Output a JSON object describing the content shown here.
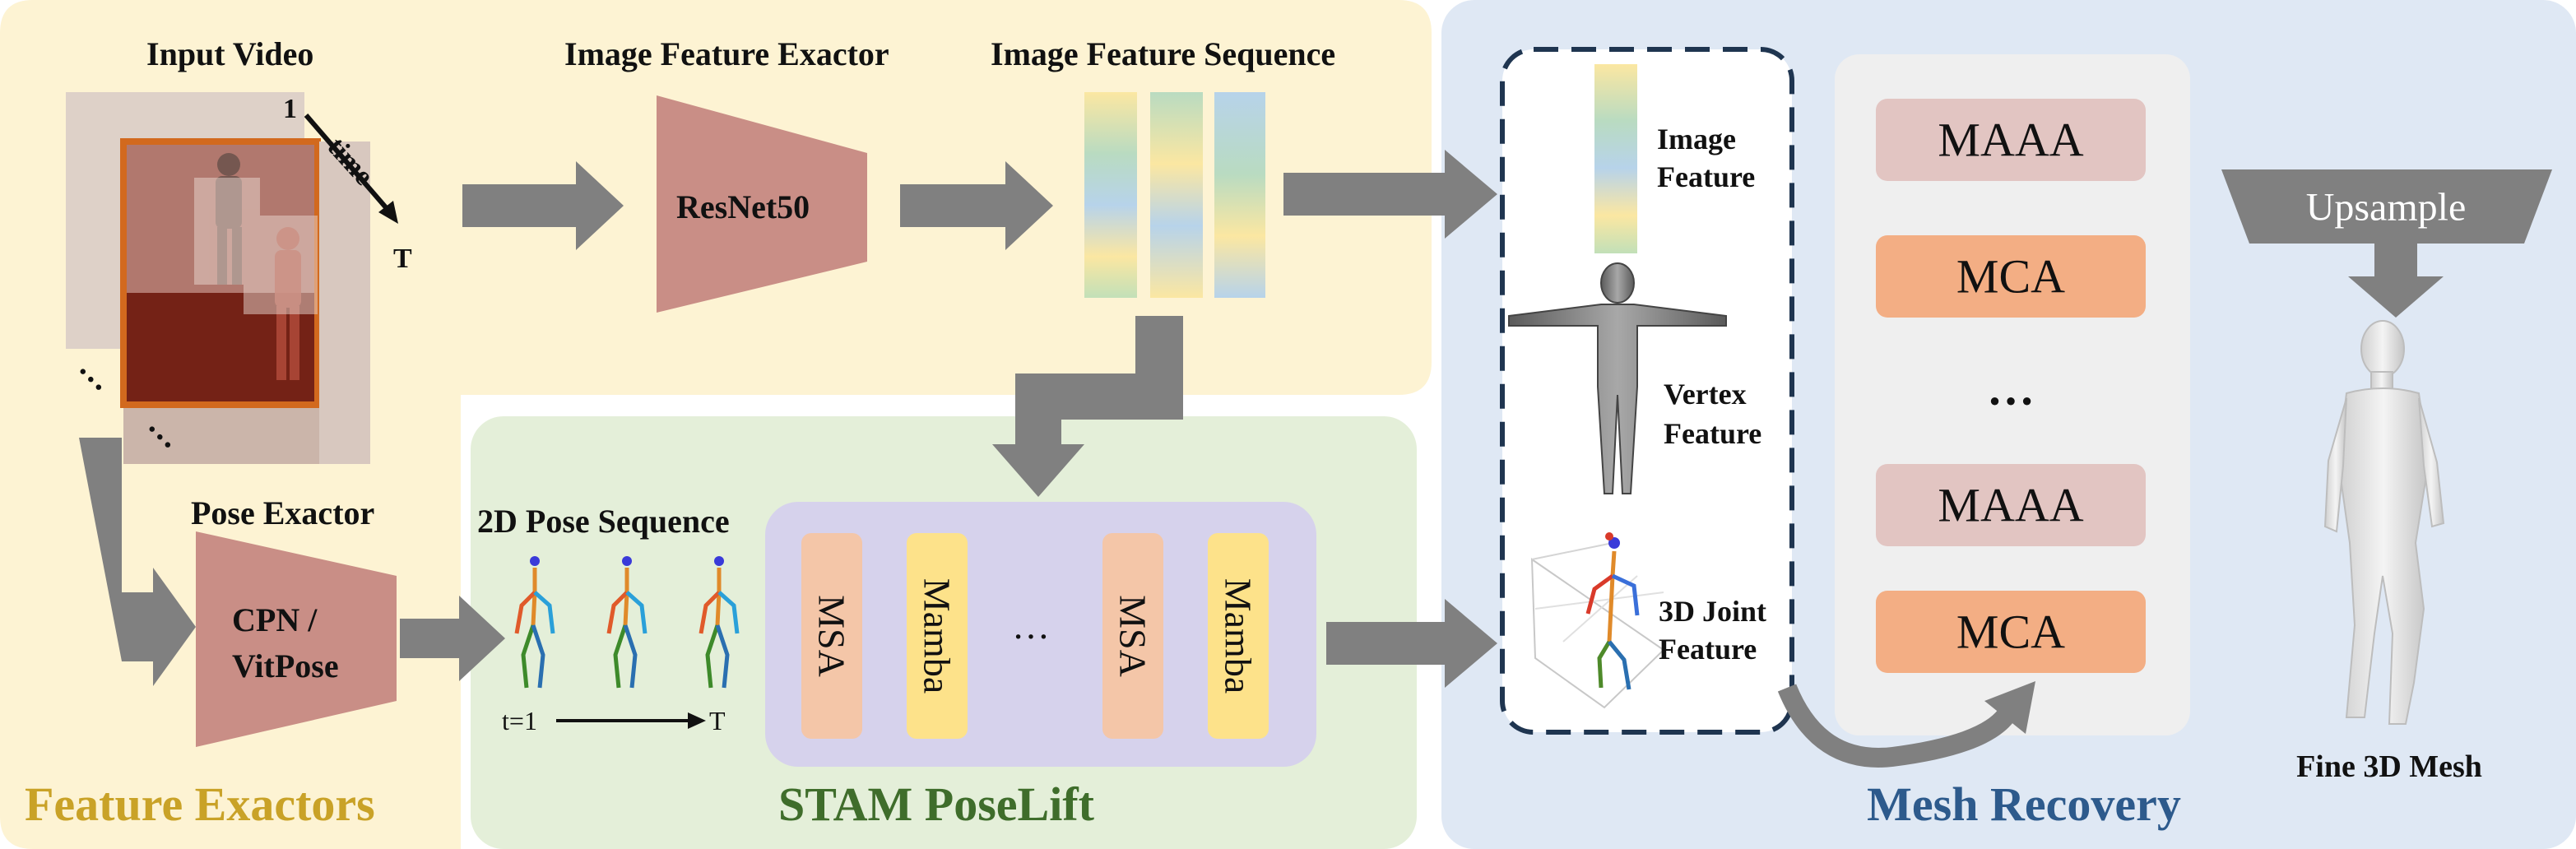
{
  "panels": {
    "feature_exactors_title": "Feature Exactors",
    "poselift_title": "STAM PoseLift",
    "mesh_recovery_title": "Mesh Recovery"
  },
  "input": {
    "title": "Input Video",
    "time_start": "1",
    "time_label": "time",
    "time_end": "T",
    "ellipsis": "…"
  },
  "image_extractor": {
    "title": "Image Feature Exactor",
    "block": "ResNet50"
  },
  "feature_sequence": {
    "title": "Image Feature Sequence"
  },
  "pose_extractor": {
    "title": "Pose Exactor",
    "block_line1": "CPN /",
    "block_line2": "VitPose"
  },
  "pose_sequence": {
    "title": "2D Pose Sequence",
    "t_start": "t=1",
    "t_end": "T"
  },
  "poselift_blocks": [
    "MSA",
    "Mamba",
    "…",
    "MSA",
    "Mamba"
  ],
  "features": {
    "image_line1": "Image",
    "image_line2": "Feature",
    "vertex_line1": "Vertex",
    "vertex_line2": "Feature",
    "joint_line1": "3D Joint",
    "joint_line2": "Feature"
  },
  "mesh_blocks": [
    "MAAA",
    "MCA",
    "…",
    "MAAA",
    "MCA"
  ],
  "upsample": "Upsample",
  "output": "Fine 3D Mesh",
  "colors": {
    "yellow_panel": "#fdf3d3",
    "green_panel": "#e4efd9",
    "blue_panel": "#dfe8f4",
    "purple_panel": "#d6d2ec",
    "gray_panel": "#efefef",
    "resnet": "#c98e86",
    "msa": "#f4c6a8",
    "mamba": "#fde28a",
    "maaa": "#e2c5c2",
    "mca": "#f3ae84",
    "arrow": "#808080",
    "title_yellow": "#c9a227",
    "title_green": "#3f6d2b",
    "title_blue": "#2d5a8c"
  }
}
